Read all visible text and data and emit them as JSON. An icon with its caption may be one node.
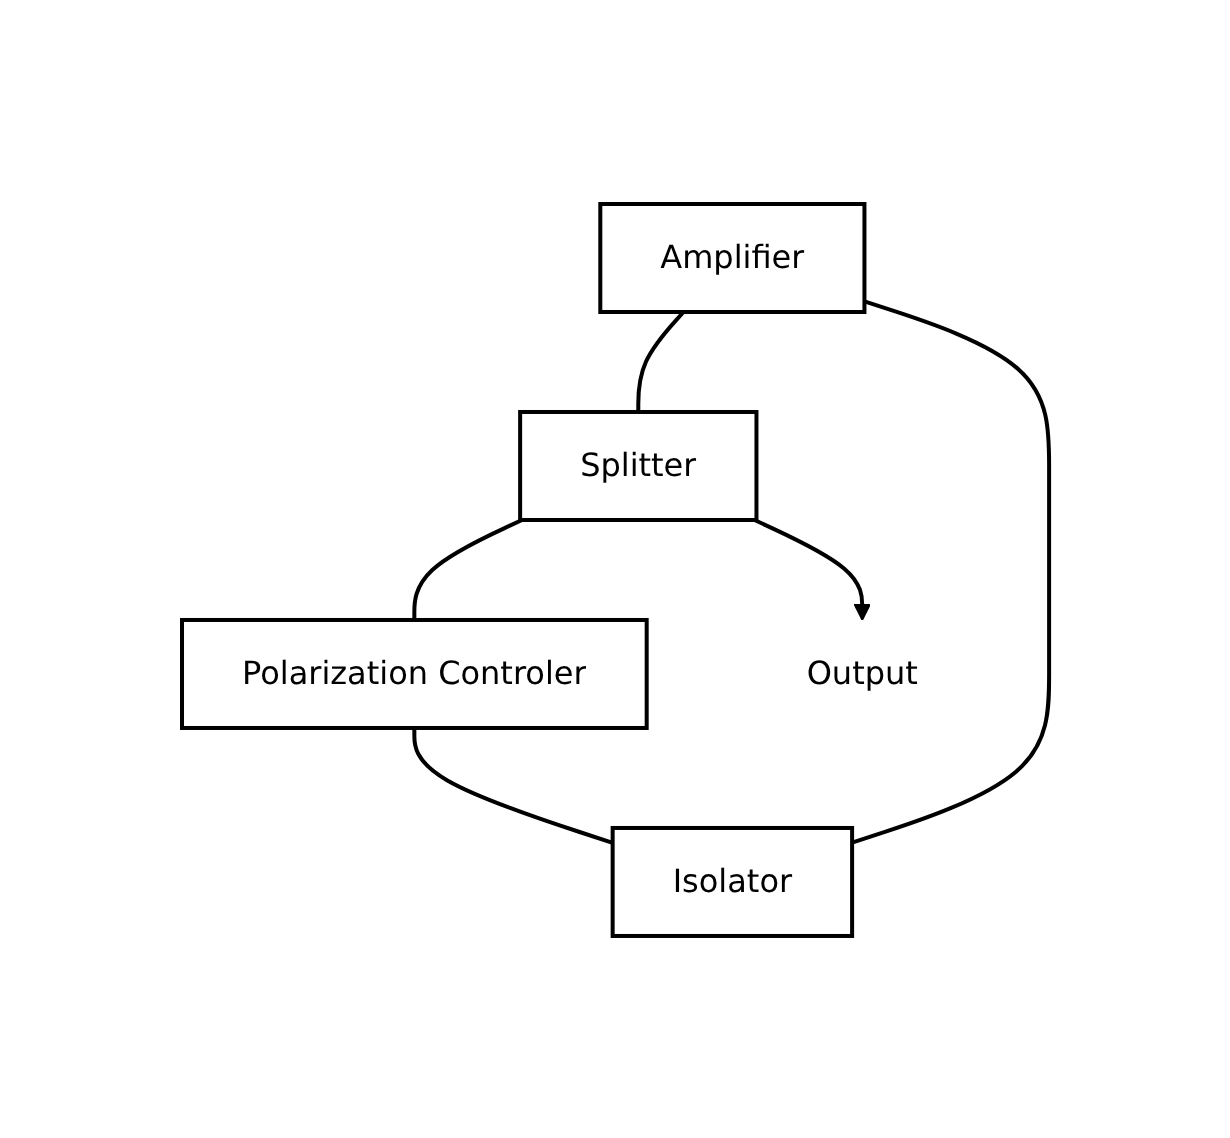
{
  "diagram": {
    "nodes": [
      {
        "text": [
          "Amplifier"
        ]
      },
      {
        "text": [
          "Isolator"
        ]
      },
      {
        "text": [
          "Polarization Controler"
        ]
      },
      {
        "text": [
          "Splitter"
        ]
      },
      {
        "text": [
          "Output"
        ]
      }
    ],
    "edges": [
      {
        "from": 0,
        "to": 3,
        "arrow": "none"
      },
      {
        "from": 3,
        "to": 2,
        "arrow": "none"
      },
      {
        "from": 2,
        "to": 1,
        "arrow": "none"
      },
      {
        "from": 1,
        "to": 0,
        "arrow": "none"
      },
      {
        "from": 3,
        "to": 4,
        "arrow": "to"
      }
    ]
  }
}
